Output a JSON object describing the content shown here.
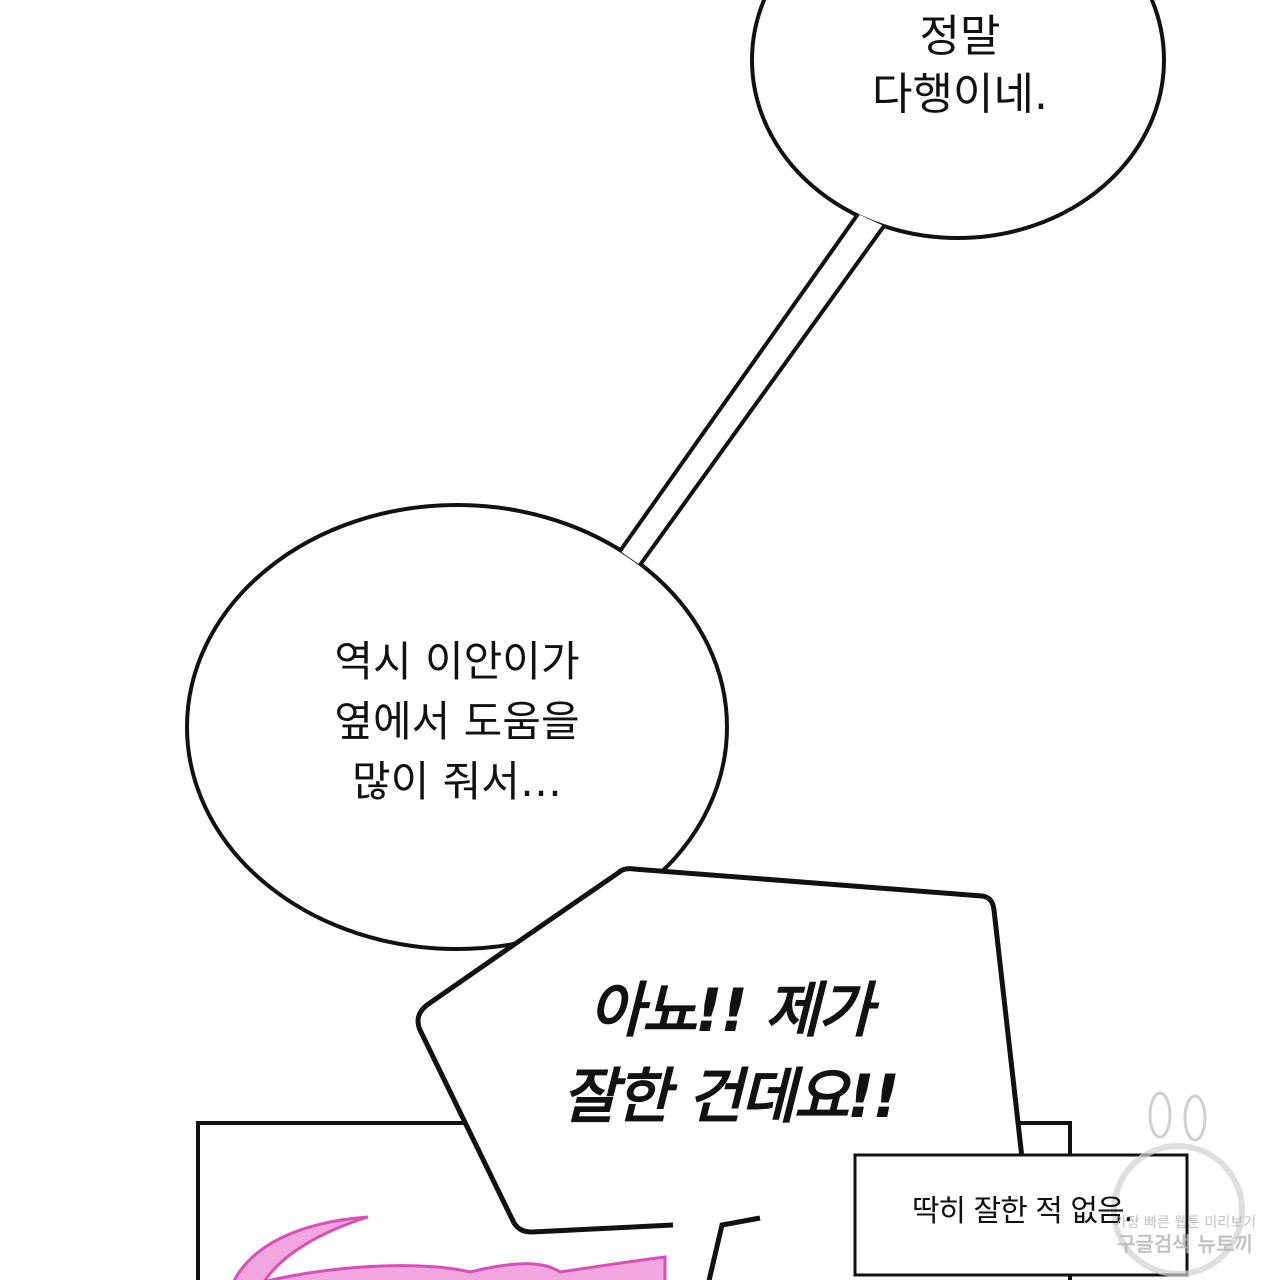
{
  "bubbles": {
    "top": {
      "lines": "정말\n다행이네."
    },
    "middle": {
      "lines": "역시 이안이가\n옆에서 도움을\n많이 줘서…"
    },
    "shout": {
      "lines": "아뇨!! 제가\n잘한 건데요!!"
    },
    "caption": {
      "text": "딱히 잘한 적 없음."
    }
  },
  "watermark": {
    "line1": "가장 빠른 웹툰 미리보기",
    "line2": "구글검색 뉴토끼"
  },
  "colors": {
    "ink": "#111111",
    "pink_fill": "#f2a6df",
    "pink_line": "#d94fb8",
    "watermark": "#b8b8b8"
  }
}
